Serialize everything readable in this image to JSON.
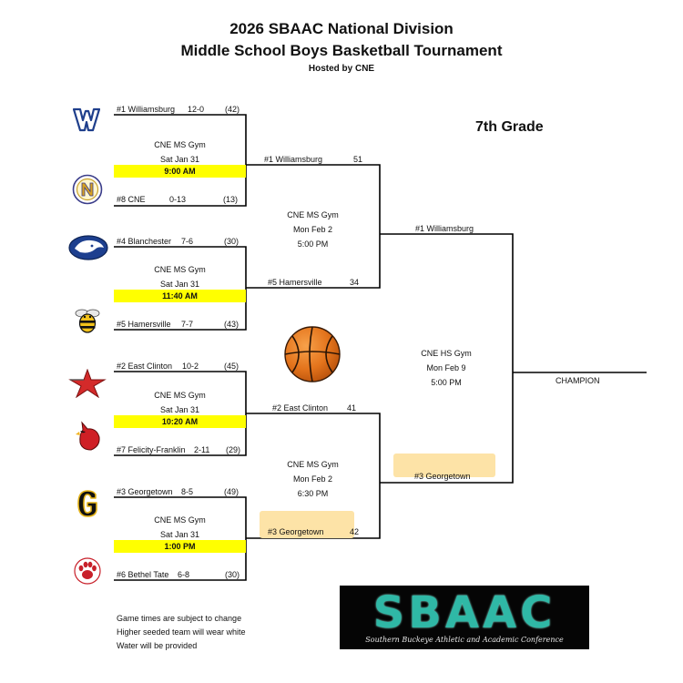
{
  "header": {
    "title_line1": "2026 SBAAC National Division",
    "title_line2": "Middle School Boys Basketball Tournament",
    "hosted_by": "Hosted by CNE",
    "grade": "7th Grade"
  },
  "round1": [
    {
      "top": {
        "seed_name": "#1 Williamsburg",
        "record": "12-0",
        "score": "(42)"
      },
      "bottom": {
        "seed_name": "#8 CNE",
        "record": "0-13",
        "score": "(13)"
      },
      "venue": "CNE MS Gym",
      "date": "Sat Jan 31",
      "time": "9:00 AM"
    },
    {
      "top": {
        "seed_name": "#4 Blanchester",
        "record": "7-6",
        "score": "(30)"
      },
      "bottom": {
        "seed_name": "#5 Hamersville",
        "record": "7-7",
        "score": "(43)"
      },
      "venue": "CNE MS Gym",
      "date": "Sat Jan 31",
      "time": "11:40 AM"
    },
    {
      "top": {
        "seed_name": "#2 East Clinton",
        "record": "10-2",
        "score": "(45)"
      },
      "bottom": {
        "seed_name": "#7 Felicity-Franklin",
        "record": "2-11",
        "score": "(29)"
      },
      "venue": "CNE MS Gym",
      "date": "Sat Jan 31",
      "time": "10:20 AM"
    },
    {
      "top": {
        "seed_name": "#3 Georgetown",
        "record": "8-5",
        "score": "(49)"
      },
      "bottom": {
        "seed_name": "#6 Bethel Tate",
        "record": "6-8",
        "score": "(30)"
      },
      "venue": "CNE MS Gym",
      "date": "Sat Jan 31",
      "time": "1:00 PM"
    }
  ],
  "semis": [
    {
      "top": {
        "name": "#1 Williamsburg",
        "score": "51"
      },
      "bottom": {
        "name": "#5 Hamersville",
        "score": "34"
      },
      "venue": "CNE MS Gym",
      "date": "Mon Feb 2",
      "time": "5:00 PM"
    },
    {
      "top": {
        "name": "#2 East Clinton",
        "score": "41"
      },
      "bottom": {
        "name": "#3 Georgetown",
        "score": "42"
      },
      "venue": "CNE MS Gym",
      "date": "Mon Feb 2",
      "time": "6:30 PM"
    }
  ],
  "final": {
    "top": "#1 Williamsburg",
    "bottom": "#3 Georgetown",
    "venue": "CNE HS Gym",
    "date": "Mon Feb 9",
    "time": "5:00 PM",
    "champion_label": "CHAMPION"
  },
  "notes": [
    "Game times are subject to change",
    "Higher seeded team will wear white",
    "Water will be provided"
  ],
  "sbaac_logo": {
    "big": "SBAAC",
    "small": "Southern Buckeye Athletic and Academic Conference"
  },
  "colors": {
    "time_highlight": "#ffff00",
    "winner_highlight": "#fde3a7",
    "sbaac_teal": "#2fb8a6"
  }
}
